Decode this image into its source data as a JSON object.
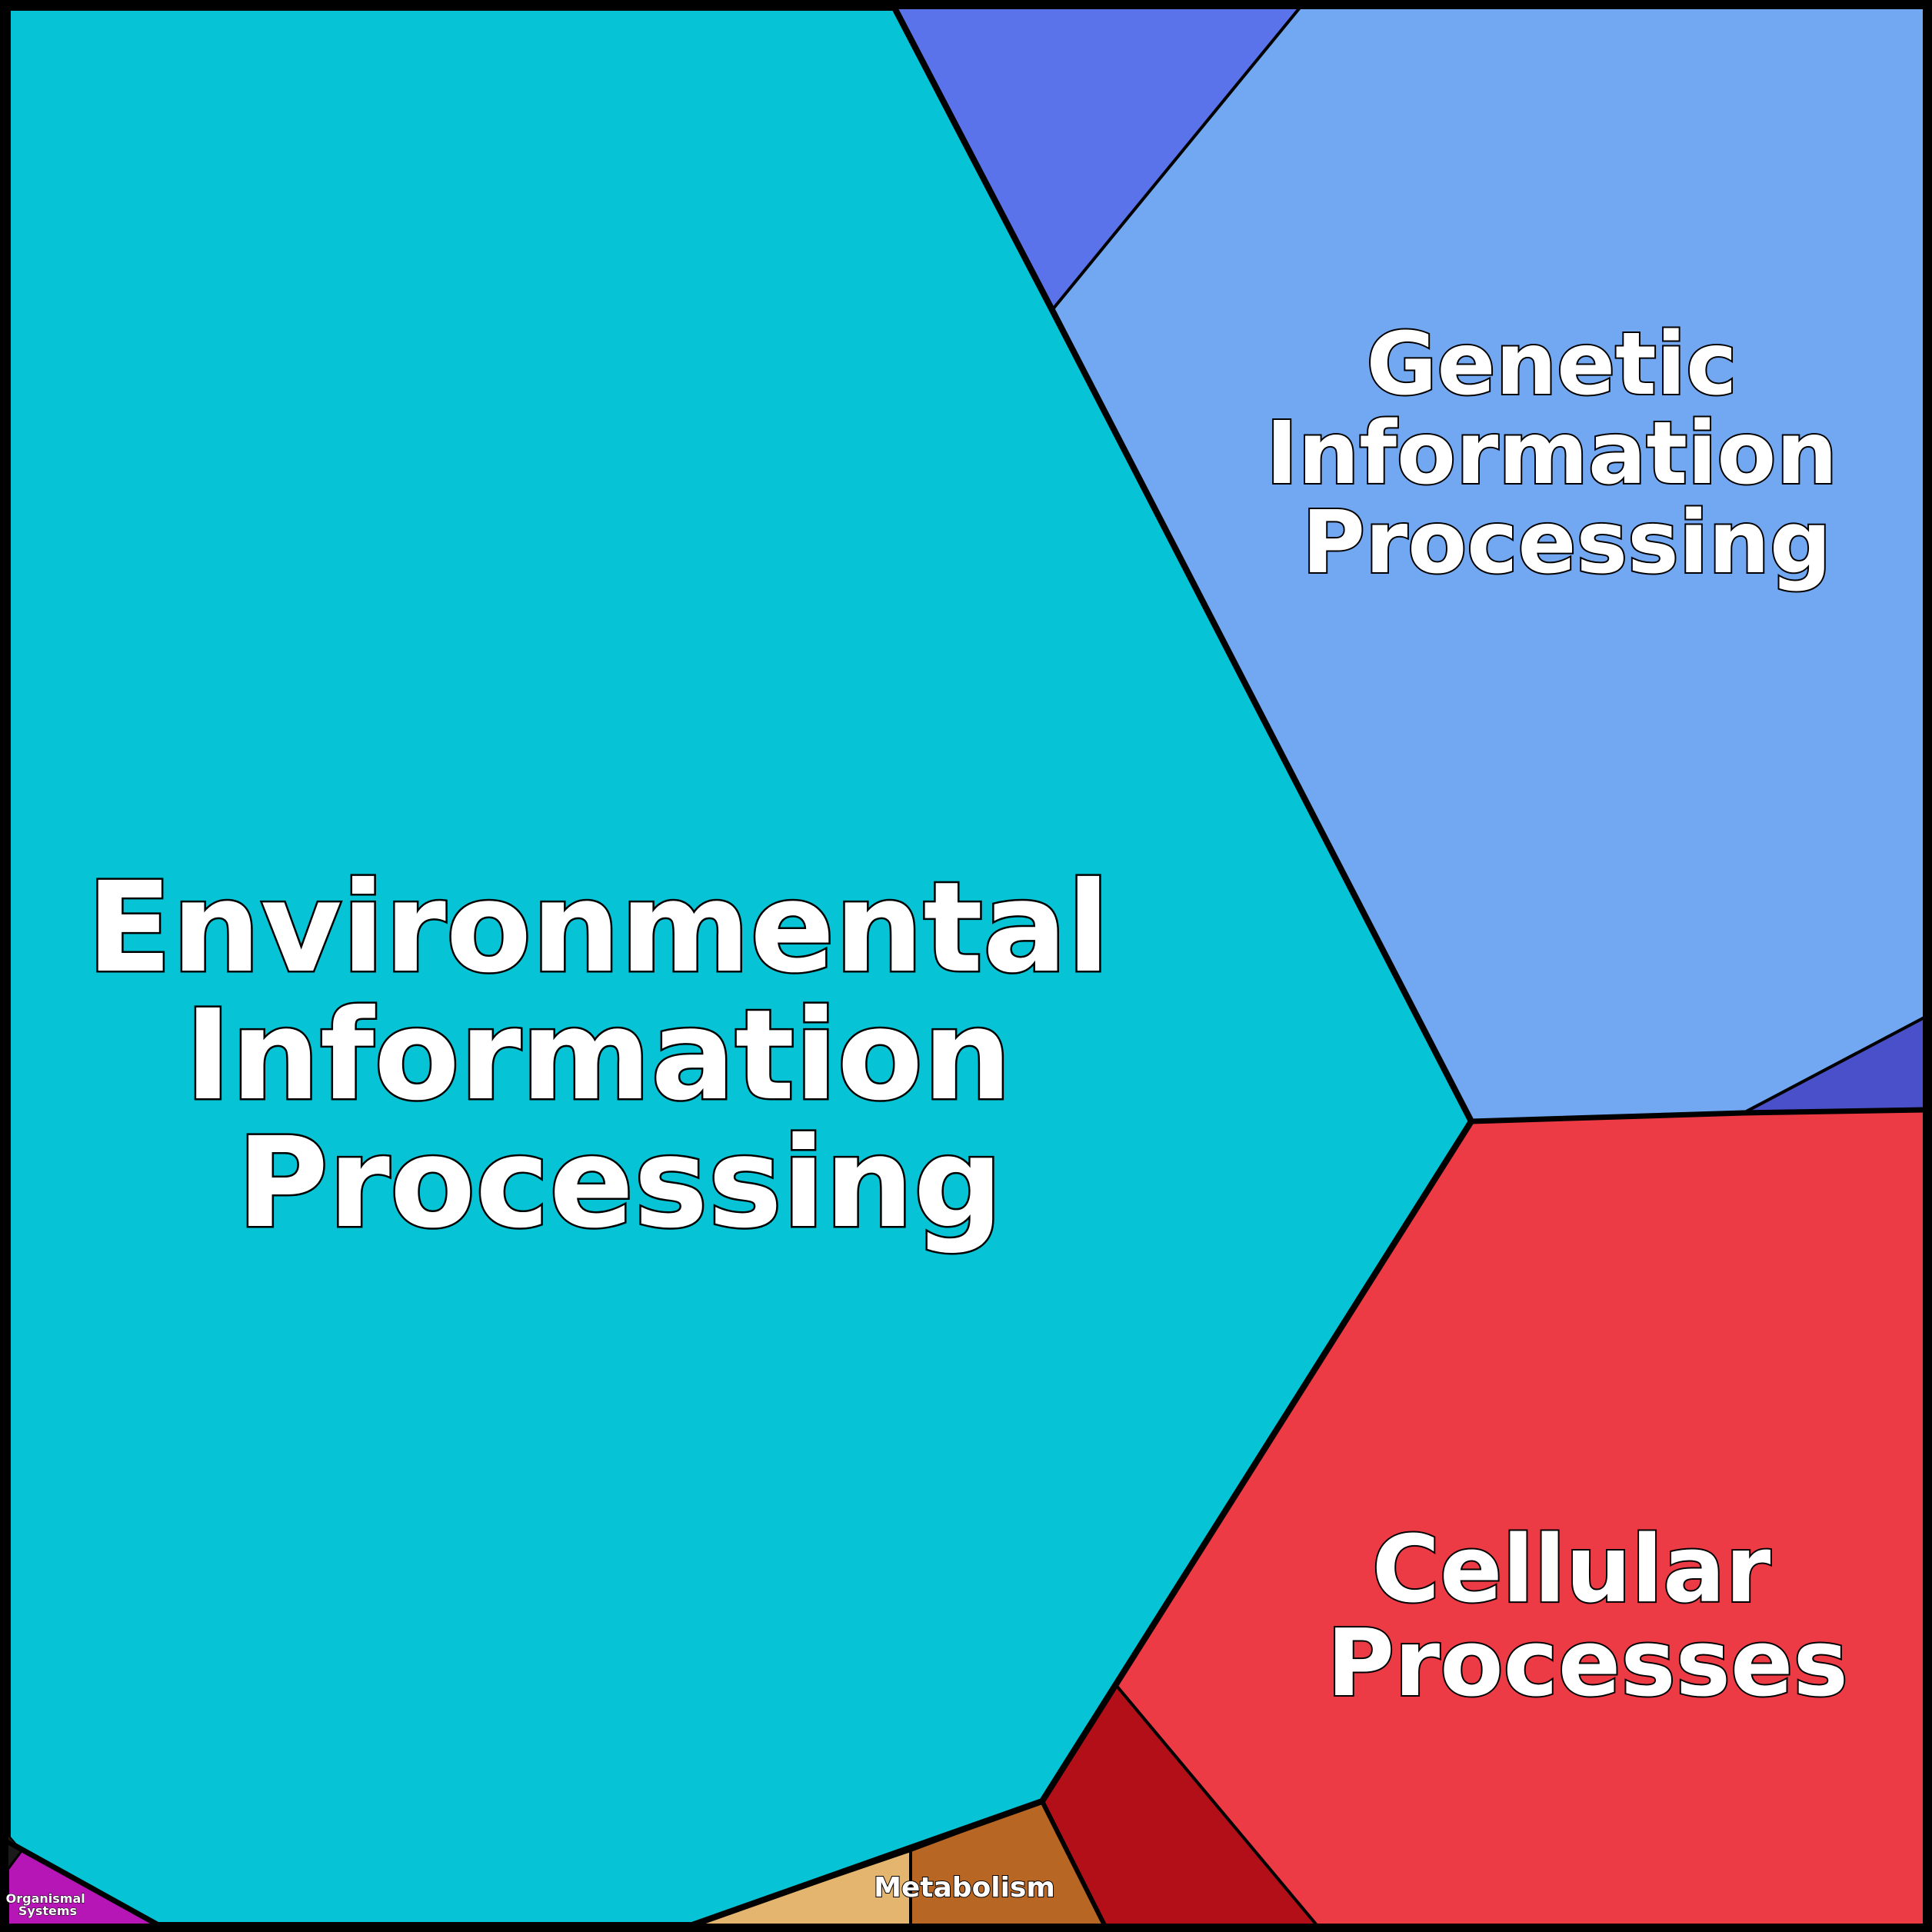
{
  "diagram": {
    "type": "voronoi-treemap",
    "background": "#000000",
    "border_color": "#000000",
    "categories": [
      {
        "id": "environmental",
        "label_lines": [
          "Environmental",
          "Information",
          "Processing"
        ],
        "color": "#06c4d5"
      },
      {
        "id": "genetic",
        "label_lines": [
          "Genetic",
          "Information",
          "Processing"
        ],
        "color": "#72a8f2"
      },
      {
        "id": "cellular",
        "label_lines": [
          "Cellular",
          "Processes"
        ],
        "color": "#ec3b44"
      },
      {
        "id": "metabolism",
        "label_lines": [
          "Metabolism"
        ],
        "color": "#b86624"
      },
      {
        "id": "organismal",
        "label_lines": [
          "Organismal",
          "Systems"
        ],
        "color": "#b516b5"
      },
      {
        "id": "tiny",
        "label_lines": [],
        "color": "#1a1a1a"
      }
    ],
    "subcells": [
      {
        "id": "genetic-sub-top",
        "parent": "genetic",
        "color": "#5b73ea"
      },
      {
        "id": "genetic-sub-right",
        "parent": "genetic",
        "color": "#4a50c9"
      },
      {
        "id": "cellular-sub-bottom",
        "parent": "cellular",
        "color": "#b30f19"
      },
      {
        "id": "metabolism-sub-left",
        "parent": "metabolism",
        "color": "#e4b56f"
      }
    ]
  }
}
